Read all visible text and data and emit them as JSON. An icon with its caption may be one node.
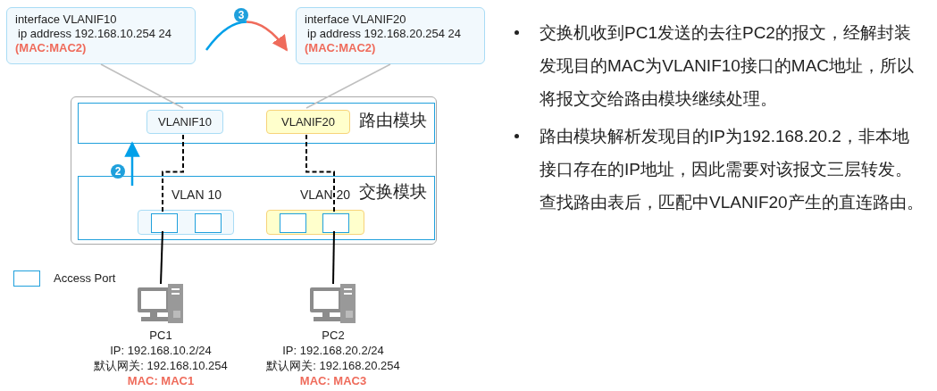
{
  "diagram": {
    "nodes": [
      {
        "text": [
          "interface VLANIF10",
          "ip address 192.168.10.254 24",
          "(MAC:MAC2)"
        ]
      },
      {
        "text": [
          "interface VLANIF20",
          "ip address 192.168.20.254 24",
          "(MAC:MAC2)"
        ]
      },
      {
        "text": [],
        "shape": "box"
      },
      {
        "text": [
          "路由模块"
        ],
        "in": 2
      },
      {
        "text": [
          "VLANIF10"
        ],
        "in": 3
      },
      {
        "text": [
          "VLANIF20"
        ],
        "in": 3
      },
      {
        "text": [
          "交换模块"
        ],
        "in": 2
      },
      {
        "text": [
          "VLAN 10"
        ],
        "in": 6
      },
      {
        "text": [],
        "shape": "box",
        "in": 7
      },
      {
        "text": [],
        "shape": "box",
        "in": 7
      },
      {
        "text": [
          "VLAN 20"
        ],
        "in": 6
      },
      {
        "text": [],
        "shape": "box",
        "in": 10
      },
      {
        "text": [],
        "shape": "box",
        "in": 10
      },
      {
        "text": [
          "PC1",
          "IP: 192.168.10.2/24",
          "默认网关: 192.168.10.254",
          "MAC: MAC1"
        ]
      },
      {
        "text": [
          "PC2",
          "IP: 192.168.20.2/24",
          "默认网关: 192.168.20.254",
          "MAC: MAC3"
        ]
      }
    ],
    "edges": [
      {
        "from": 0,
        "to": 4,
        "arrow": "none",
        "color": "#bfbfbf"
      },
      {
        "from": 1,
        "to": 5,
        "arrow": "none",
        "color": "#bfbfbf"
      },
      {
        "from": 8,
        "to": 4,
        "arrow": "none",
        "style": "dashed"
      },
      {
        "from": 12,
        "to": 5,
        "arrow": "none",
        "style": "dashed"
      },
      {
        "from": 13,
        "to": 8,
        "arrow": "none"
      },
      {
        "from": 14,
        "to": 12,
        "arrow": "none"
      },
      {
        "from": 6,
        "to": 3,
        "arrow": "to",
        "label": "2",
        "color": "#00a0e9"
      },
      {
        "from": 0,
        "to": 1,
        "arrow": "to",
        "label": "3",
        "color": "#ef6b5b"
      }
    ],
    "labels": [
      "交换机收到PC1发送的去往PC2的报文，经解封装发现目的MAC为VLANIF10接口的MAC地址，所以将报文交给路由模块继续处理。",
      "路由模块解析发现目的IP为192.168.20.2，非本地接口存在的IP地址，因此需要对该报文三层转发。查找路由表后，匹配中VLANIF20产生的直连路由。"
    ],
    "legend": [
      {
        "text": "Access Port"
      }
    ]
  }
}
